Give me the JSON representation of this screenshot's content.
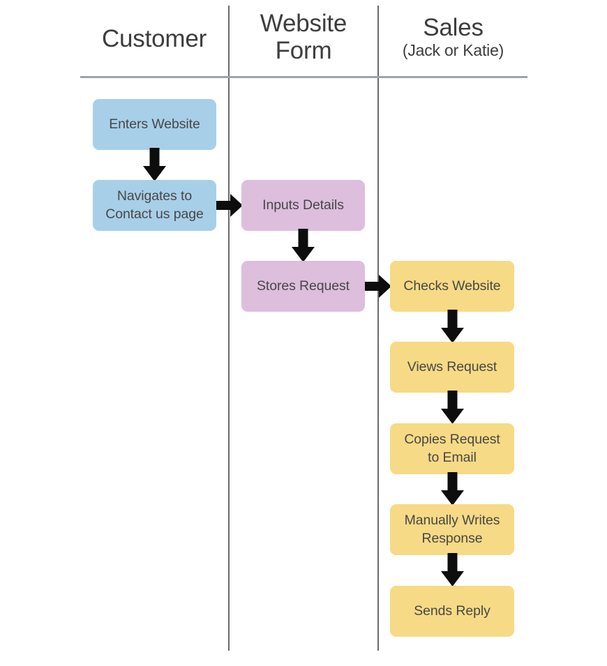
{
  "diagram": {
    "type": "swimlane-flowchart",
    "background_color": "#ffffff",
    "divider_color": "#6b6b6b",
    "header_rule_color": "#9ea3a8"
  },
  "lanes": [
    {
      "id": "customer",
      "title": "Customer",
      "subtitle": "",
      "color": "#a8cfe8"
    },
    {
      "id": "website-form",
      "title": "Website\nForm",
      "subtitle": "",
      "color": "#ddbedd"
    },
    {
      "id": "sales",
      "title": "Sales",
      "subtitle": "(Jack or Katie)",
      "color": "#f7da85"
    }
  ],
  "nodes": [
    {
      "id": "enters-website",
      "lane": "customer",
      "label": "Enters Website"
    },
    {
      "id": "navigates",
      "lane": "customer",
      "label": "Navigates to\nContact us page"
    },
    {
      "id": "inputs-details",
      "lane": "website-form",
      "label": "Inputs Details"
    },
    {
      "id": "stores-request",
      "lane": "website-form",
      "label": "Stores Request"
    },
    {
      "id": "checks-website",
      "lane": "sales",
      "label": "Checks Website"
    },
    {
      "id": "views-request",
      "lane": "sales",
      "label": "Views Request"
    },
    {
      "id": "copies-request",
      "lane": "sales",
      "label": "Copies Request\nto Email"
    },
    {
      "id": "manually-writes",
      "lane": "sales",
      "label": "Manually Writes\nResponse"
    },
    {
      "id": "sends-reply",
      "lane": "sales",
      "label": "Sends Reply"
    }
  ],
  "connectors": [
    {
      "from": "enters-website",
      "to": "navigates",
      "direction": "down"
    },
    {
      "from": "navigates",
      "to": "inputs-details",
      "direction": "right"
    },
    {
      "from": "inputs-details",
      "to": "stores-request",
      "direction": "down"
    },
    {
      "from": "stores-request",
      "to": "checks-website",
      "direction": "right"
    },
    {
      "from": "checks-website",
      "to": "views-request",
      "direction": "down"
    },
    {
      "from": "views-request",
      "to": "copies-request",
      "direction": "down"
    },
    {
      "from": "copies-request",
      "to": "manually-writes",
      "direction": "down"
    },
    {
      "from": "manually-writes",
      "to": "sends-reply",
      "direction": "down"
    }
  ]
}
